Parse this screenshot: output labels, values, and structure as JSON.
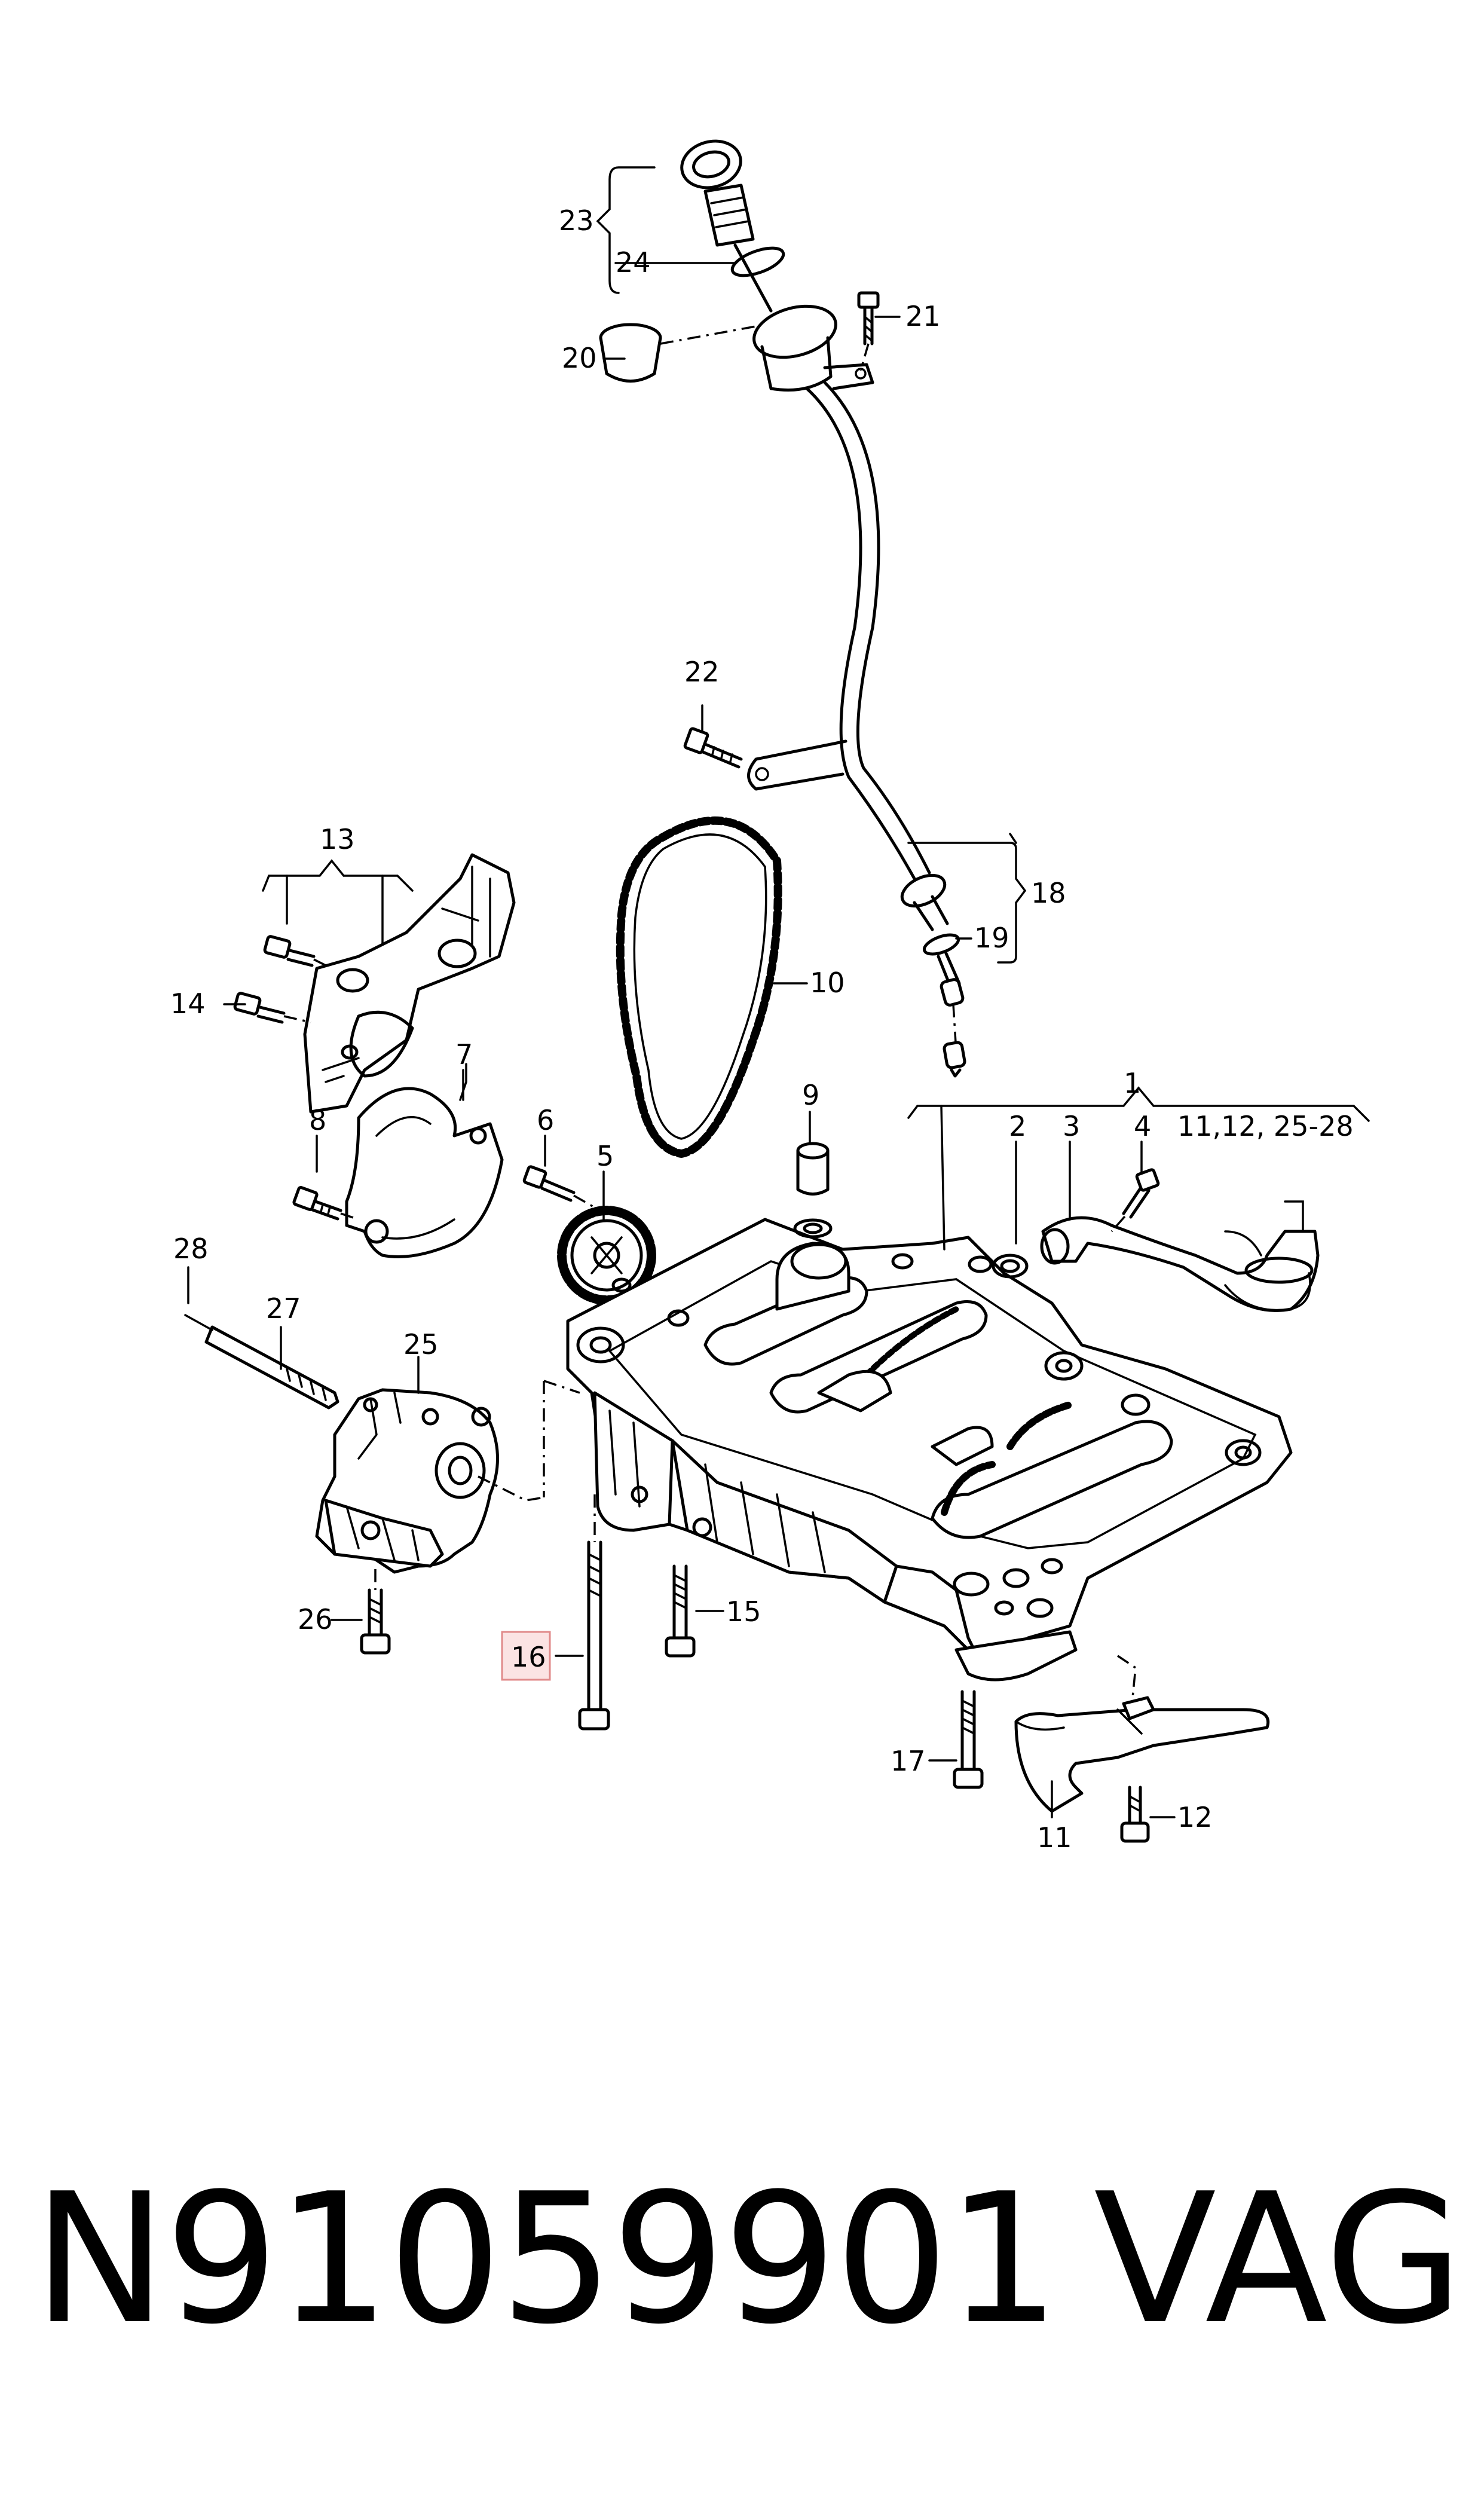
{
  "callouts": {
    "c1": "1",
    "c2": "2",
    "c3": "3",
    "c4": "4",
    "c1_range": "11,12, 25-28",
    "c5": "5",
    "c6": "6",
    "c7": "7",
    "c8": "8",
    "c9": "9",
    "c10": "10",
    "c11": "11",
    "c12": "12",
    "c13": "13",
    "c14": "14",
    "c15": "15",
    "c16": "16",
    "c17": "17",
    "c18": "18",
    "c19": "19",
    "c20": "20",
    "c21": "21",
    "c22": "22",
    "c23": "23",
    "c24": "24",
    "c25": "25",
    "c26": "26",
    "c27": "27",
    "c28": "28"
  },
  "highlighted_callout": "16",
  "footer": {
    "part_number": "N91059901",
    "brand": "VAG"
  },
  "colors": {
    "highlight_fill": "#fbe3e3",
    "highlight_border": "#e08a8a",
    "line": "#000000"
  }
}
